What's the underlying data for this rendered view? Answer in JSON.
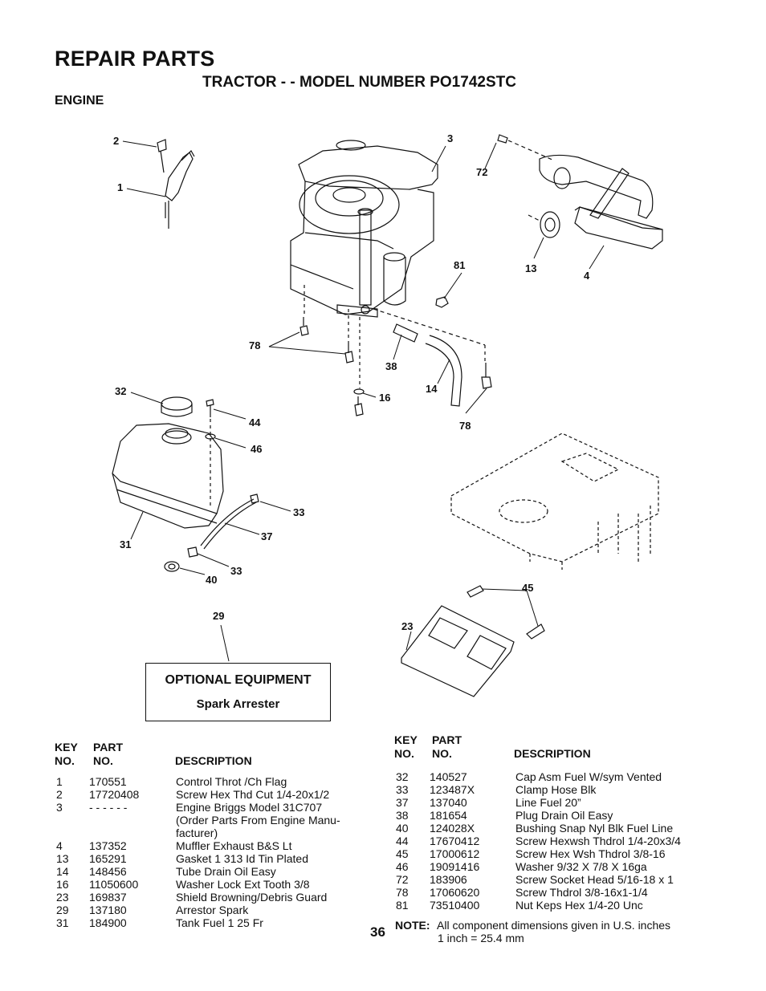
{
  "page": {
    "title": "REPAIR PARTS",
    "subtitle": "TRACTOR - - MODEL NUMBER PO1742STC",
    "section": "ENGINE",
    "page_number": "36"
  },
  "diagram": {
    "callouts": [
      "1",
      "2",
      "3",
      "72",
      "81",
      "13",
      "4",
      "78",
      "38",
      "14",
      "16",
      "78",
      "32",
      "44",
      "46",
      "33",
      "37",
      "31",
      "33",
      "40",
      "29",
      "45",
      "23"
    ]
  },
  "optional_equipment": {
    "title": "OPTIONAL EQUIPMENT",
    "item": "Spark Arrester"
  },
  "table_headers": {
    "key_line1": "KEY",
    "key_line2": "NO.",
    "part_line1": "PART",
    "part_line2": "NO.",
    "description": "DESCRIPTION"
  },
  "left_table": [
    {
      "key": "1",
      "part": "170551",
      "desc": "Control Throt /Ch Flag"
    },
    {
      "key": "2",
      "part": "17720408",
      "desc": "Screw Hex Thd Cut 1/4-20x1/2"
    },
    {
      "key": "3",
      "part": "- - - - - -",
      "desc": "Engine  Briggs Model 31C707"
    },
    {
      "key": "",
      "part": "",
      "desc": "(Order Parts From Engine Manu-"
    },
    {
      "key": "",
      "part": "",
      "desc": "facturer)"
    },
    {
      "key": "4",
      "part": "137352",
      "desc": "Muffler Exhaust B&S Lt"
    },
    {
      "key": "13",
      "part": "165291",
      "desc": "Gasket 1 313 Id Tin Plated"
    },
    {
      "key": "14",
      "part": "148456",
      "desc": "Tube Drain Oil Easy"
    },
    {
      "key": "16",
      "part": "11050600",
      "desc": "Washer Lock Ext Tooth 3/8"
    },
    {
      "key": "23",
      "part": "169837",
      "desc": "Shield Browning/Debris Guard"
    },
    {
      "key": "29",
      "part": "137180",
      "desc": "Arrestor Spark"
    },
    {
      "key": "31",
      "part": "184900",
      "desc": "Tank Fuel 1 25 Fr"
    }
  ],
  "right_table": [
    {
      "key": "32",
      "part": "140527",
      "desc": "Cap Asm Fuel W/sym Vented"
    },
    {
      "key": "33",
      "part": "123487X",
      "desc": "Clamp Hose Blk"
    },
    {
      "key": "37",
      "part": "137040",
      "desc": "Line Fuel 20”"
    },
    {
      "key": "38",
      "part": "181654",
      "desc": "Plug Drain Oil Easy"
    },
    {
      "key": "40",
      "part": "124028X",
      "desc": "Bushing Snap Nyl Blk Fuel Line"
    },
    {
      "key": "44",
      "part": "17670412",
      "desc": "Screw Hexwsh Thdrol 1/4-20x3/4"
    },
    {
      "key": "45",
      "part": "17000612",
      "desc": "Screw Hex Wsh Thdrol  3/8-16"
    },
    {
      "key": "46",
      "part": "19091416",
      "desc": "Washer 9/32 X 7/8 X 16ga"
    },
    {
      "key": "72",
      "part": "183906",
      "desc": "Screw Socket Head 5/16-18 x 1"
    },
    {
      "key": "78",
      "part": "17060620",
      "desc": "Screw Thdrol 3/8-16x1-1/4"
    },
    {
      "key": "81",
      "part": "73510400",
      "desc": "Nut Keps Hex 1/4-20 Unc"
    }
  ],
  "note": {
    "label": "NOTE:",
    "line1": "All component dimensions given in U.S. inches",
    "line2": "1 inch = 25.4 mm"
  }
}
